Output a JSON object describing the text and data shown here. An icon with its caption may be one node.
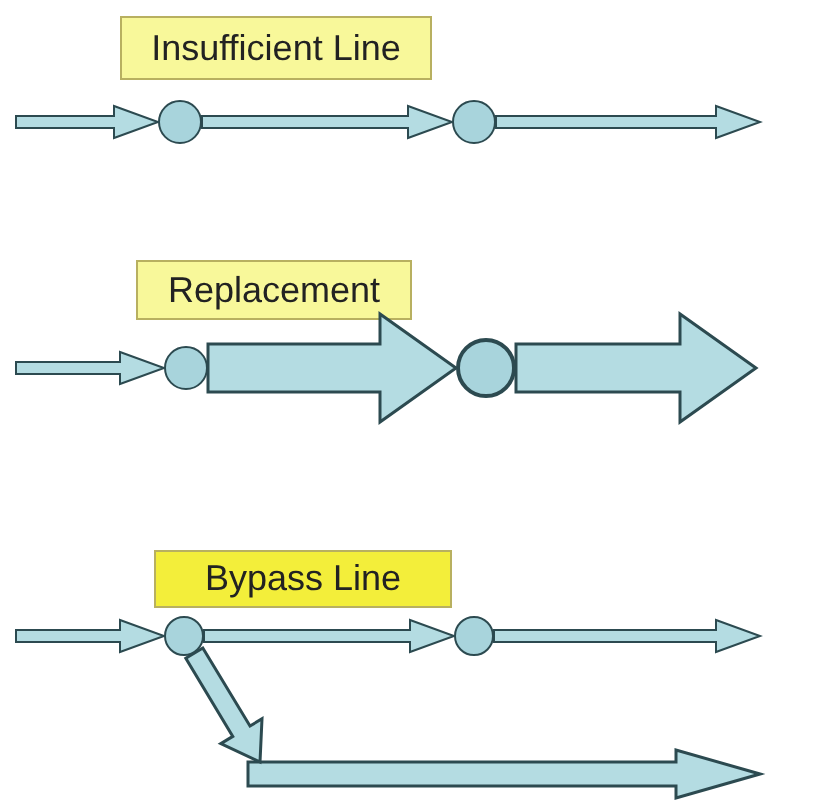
{
  "diagram": {
    "nodes": [
      {
        "text": [
          "Insufficient Line"
        ]
      },
      {
        "text": [],
        "shape": "circle"
      },
      {
        "text": [],
        "shape": "circle"
      },
      {
        "text": [
          "Replacement"
        ]
      },
      {
        "text": [],
        "shape": "circle"
      },
      {
        "text": [],
        "shape": "circle"
      },
      {
        "text": [
          "Bypass Line"
        ]
      },
      {
        "text": [],
        "shape": "circle"
      },
      {
        "text": [],
        "shape": "circle"
      }
    ],
    "edges": [
      {
        "from": null,
        "to": 1,
        "arrow": "to"
      },
      {
        "from": 1,
        "to": 2,
        "arrow": "to"
      },
      {
        "from": 2,
        "to": null,
        "arrow": "to"
      },
      {
        "from": null,
        "to": 4,
        "arrow": "to"
      },
      {
        "from": 4,
        "to": 5,
        "arrow": "to",
        "style": "thick"
      },
      {
        "from": 5,
        "to": null,
        "arrow": "to",
        "style": "thick"
      },
      {
        "from": null,
        "to": 7,
        "arrow": "to"
      },
      {
        "from": 7,
        "to": 8,
        "arrow": "to"
      },
      {
        "from": 8,
        "to": null,
        "arrow": "to"
      },
      {
        "from": 7,
        "to": null,
        "arrow": "to",
        "style": "thick"
      }
    ]
  }
}
